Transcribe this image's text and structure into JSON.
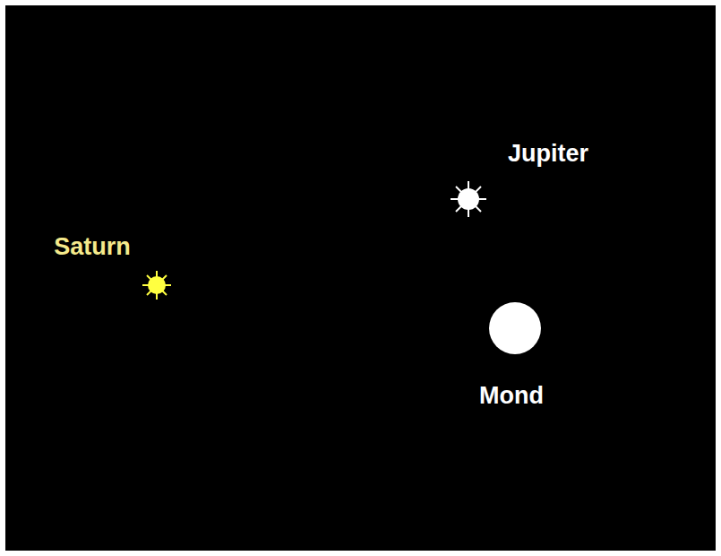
{
  "diagram": {
    "labels": [
      "Saturn",
      "Jupiter",
      "Mond"
    ]
  }
}
